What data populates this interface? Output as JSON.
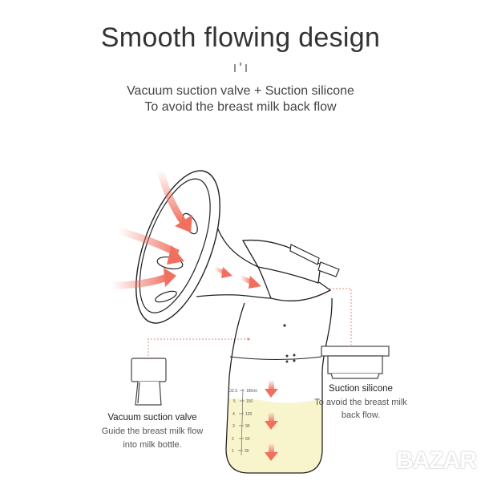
{
  "header": {
    "title": "Smooth flowing design",
    "subtitle_line1": "Vacuum suction valve + Suction silicone",
    "subtitle_line2": "To avoid the breast milk back flow"
  },
  "callouts": {
    "valve": {
      "title": "Vacuum suction valve",
      "line1": "Guide the breast milk flow",
      "line2": "into milk bottle."
    },
    "silicone": {
      "title": "Suction silicone",
      "line1": "To avoid the breast milk",
      "line2": "back flow."
    }
  },
  "bottle_scale": {
    "oz_label": "OZ.6",
    "ml_label": "180ml",
    "oz_marks": [
      "5",
      "4",
      "3",
      "2",
      "1"
    ],
    "ml_marks": [
      "150",
      "120",
      "90",
      "60",
      "30"
    ]
  },
  "watermark": "BAZAR",
  "colors": {
    "arrow": "#f0705f",
    "milk": "#f8f4cc",
    "text": "#333333",
    "dotted": "#e08a80"
  }
}
